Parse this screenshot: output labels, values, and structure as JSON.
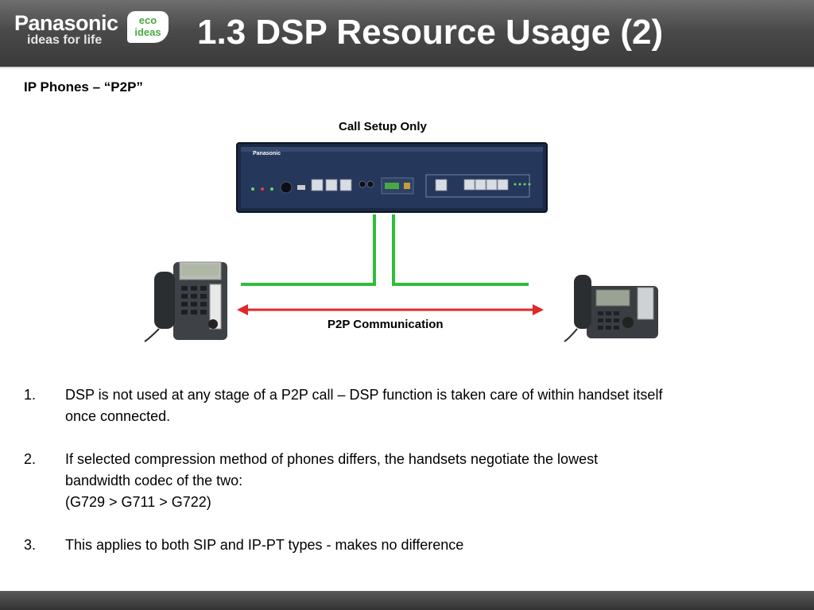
{
  "header": {
    "brand": "Panasonic",
    "tagline": "ideas for life",
    "eco_line1": "eco",
    "eco_line2": "ideas",
    "title": "1.3 DSP Resource Usage (2)"
  },
  "subtitle": "IP Phones – “P2P”",
  "diagram": {
    "top_label": "Call Setup Only",
    "bottom_label": "P2P Communication",
    "device_brand": "Panasonic"
  },
  "points": [
    {
      "num": "1.",
      "lines": [
        "DSP is not used at any stage of a P2P call – DSP function is taken care of within handset itself",
        "once connected."
      ]
    },
    {
      "num": "2.",
      "lines": [
        "If selected compression method of phones differs, the handsets negotiate the lowest",
        "bandwidth codec of the two:",
        "(G729 > G711 > G722)"
      ]
    },
    {
      "num": "3.",
      "lines": [
        "This applies to both SIP and IP-PT types - makes no difference"
      ]
    }
  ]
}
